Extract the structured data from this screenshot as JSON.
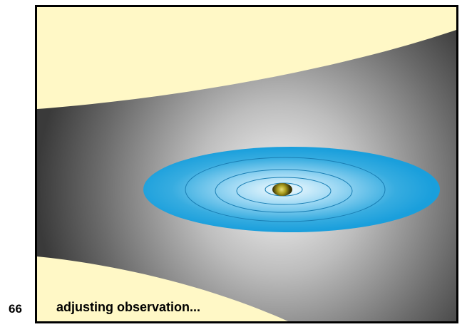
{
  "page_number": "66",
  "caption": "adjusting observation...",
  "colors": {
    "background_cream": "#fff8c6",
    "funnel_dark": "#3c3c3c",
    "funnel_light": "#f2f2f2",
    "disk_blue": "#1aa0de",
    "disk_light": "#dff4ff",
    "orbit_lines": "#1b7fb4",
    "center_body": "#8a7d10",
    "frame_border": "#000000"
  },
  "illustration": {
    "funnel": "grey gradient warped-space funnel",
    "disk": "blue accretion disk with concentric orbit rings",
    "center": "central gold sphere"
  }
}
